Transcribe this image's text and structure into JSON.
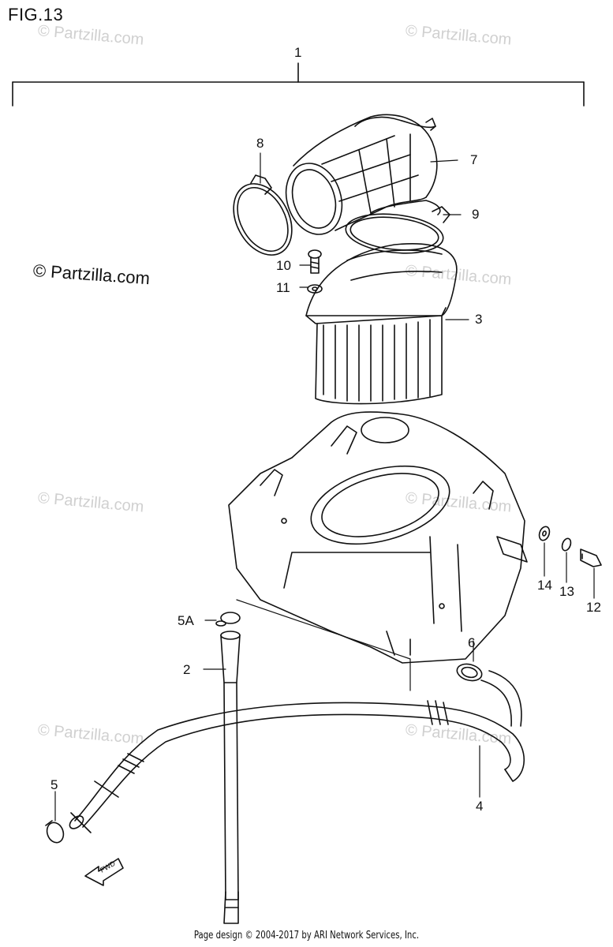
{
  "figure": {
    "title": "FIG.13",
    "copyright": "© Partzilla.com",
    "footer": "Page design © 2004-2017 by ARI Network Services, Inc."
  },
  "watermarks": [
    "© Partzilla.com",
    "© Partzilla.com",
    "© Partzilla.com",
    "© Partzilla.com",
    "© Partzilla.com",
    "© Partzilla.com",
    "© Partzilla.com"
  ],
  "callouts": {
    "c1": "1",
    "c2": "2",
    "c3": "3",
    "c4": "4",
    "c5": "5",
    "c5a": "5A",
    "c6": "6",
    "c7": "7",
    "c8": "8",
    "c9": "9",
    "c10": "10",
    "c11": "11",
    "c12": "12",
    "c13": "13",
    "c14": "14"
  },
  "fwd_label": "FWD",
  "colors": {
    "line": "#111111",
    "watermark": "#d0d0d0",
    "background": "#ffffff"
  }
}
